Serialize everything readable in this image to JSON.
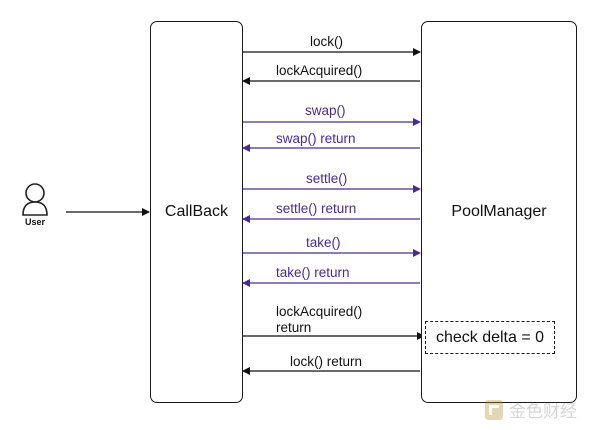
{
  "actors": {
    "user": "User",
    "callback": "CallBack",
    "pool_manager": "PoolManager"
  },
  "messages": [
    {
      "label": "lock()",
      "direction": "right",
      "color": "#111111"
    },
    {
      "label": "lockAcquired()",
      "direction": "left",
      "color": "#111111"
    },
    {
      "label": "swap()",
      "direction": "right",
      "color": "#4b2a95"
    },
    {
      "label": "swap() return",
      "direction": "left",
      "color": "#4b2a95"
    },
    {
      "label": "settle()",
      "direction": "right",
      "color": "#4b2a95"
    },
    {
      "label": "settle() return",
      "direction": "left",
      "color": "#4b2a95"
    },
    {
      "label": "take()",
      "direction": "right",
      "color": "#4b2a95"
    },
    {
      "label": "take() return",
      "direction": "left",
      "color": "#4b2a95"
    },
    {
      "label_line1": "lockAcquired()",
      "label_line2": "return",
      "direction": "right",
      "color": "#111111"
    },
    {
      "label": "lock() return",
      "direction": "left",
      "color": "#111111"
    }
  ],
  "check": "check delta = 0",
  "watermark": "金色财经"
}
